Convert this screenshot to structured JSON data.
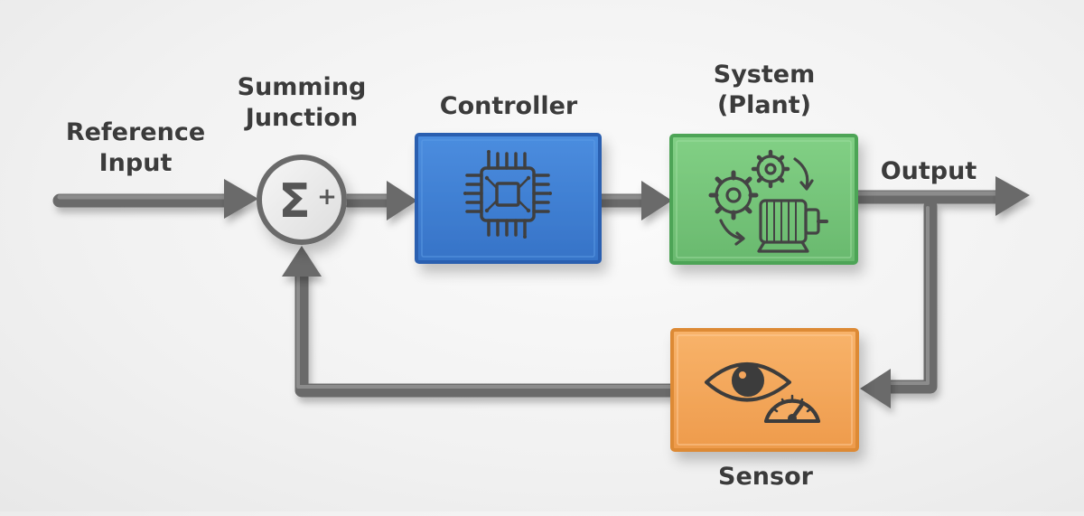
{
  "labels": {
    "reference_input": [
      "Reference",
      "Input"
    ],
    "summing_junction": [
      "Summing",
      "Junction"
    ],
    "controller": "Controller",
    "system": [
      "System",
      "(Plant)"
    ],
    "output": "Output",
    "sensor": "Sensor"
  },
  "summing_symbol": {
    "sigma": "Σ",
    "plus": "+"
  },
  "colors": {
    "pipe": "#6e6e6e",
    "controller_fill": "#3f7fd2",
    "controller_border": "#2a5fb0",
    "system_fill": "#76c67a",
    "system_border": "#4ea457",
    "sensor_fill": "#f4a65a",
    "sensor_border": "#dd8a36",
    "icon": "#4a4a4a"
  },
  "icons": [
    "microchip-icon",
    "gears-motor-icon",
    "eye-gauge-icon"
  ]
}
